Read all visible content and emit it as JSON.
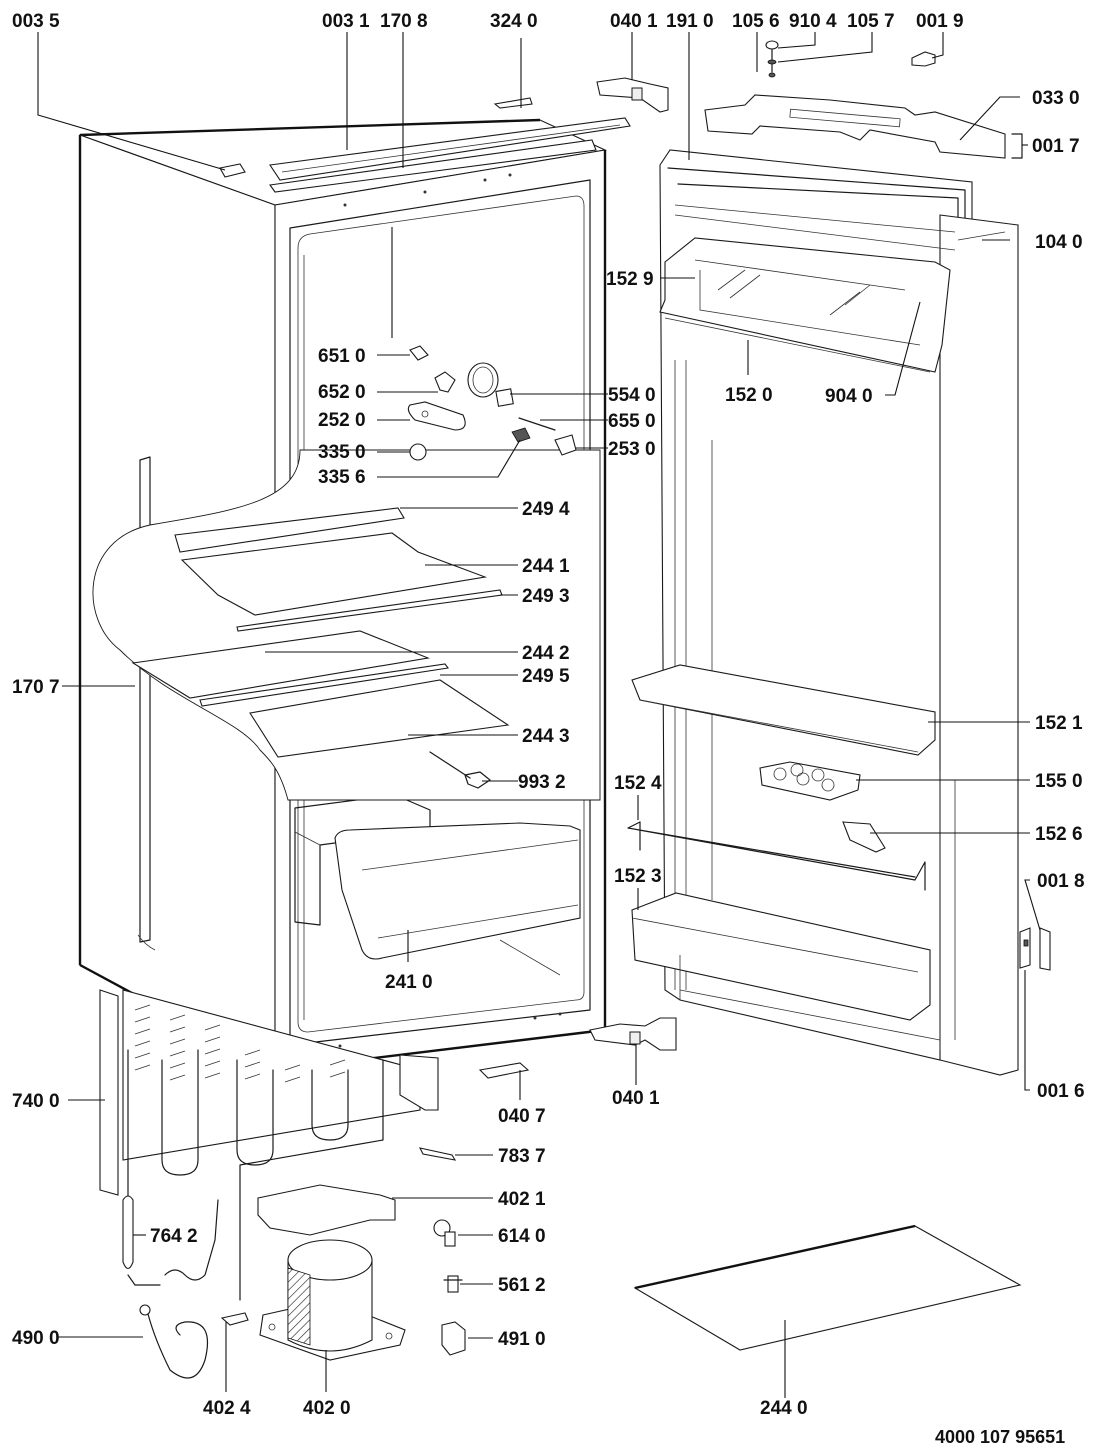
{
  "diagram": {
    "title": "Exploded parts diagram - built-in refrigerator",
    "document_number": "4000 107 95651",
    "callouts": {
      "c0035": "003 5",
      "c0031": "003 1",
      "c1708": "170 8",
      "c3240": "324 0",
      "c0401_top": "040 1",
      "c1910": "191 0",
      "c1056": "105 6",
      "c9104": "910 4",
      "c1057": "105 7",
      "c0019": "001 9",
      "c0330": "033 0",
      "c0017": "001 7",
      "c1040": "104 0",
      "c1529": "152 9",
      "c1520": "152 0",
      "c9040": "904 0",
      "c6510": "651 0",
      "c6520": "652 0",
      "c2520": "252 0",
      "c3350": "335 0",
      "c3356": "335 6",
      "c5540": "554 0",
      "c6550": "655 0",
      "c2530": "253 0",
      "c2494": "249 4",
      "c2441": "244 1",
      "c2493": "249 3",
      "c2442": "244 2",
      "c2495": "249 5",
      "c2443": "244 3",
      "c1707": "170 7",
      "c9932": "993 2",
      "c1521": "152 1",
      "c1550": "155 0",
      "c1524": "152 4",
      "c1526": "152 6",
      "c1523": "152 3",
      "c0018": "001 8",
      "c2410": "241 0",
      "c0401_bottom": "040 1",
      "c0016": "001 6",
      "c7400": "740 0",
      "c0407": "040 7",
      "c7837": "783 7",
      "c4021": "402 1",
      "c7642": "764 2",
      "c6140": "614 0",
      "c5612": "561 2",
      "c4900": "490 0",
      "c4910": "491 0",
      "c4024": "402 4",
      "c4020": "402 0",
      "c2440": "244 0"
    }
  }
}
